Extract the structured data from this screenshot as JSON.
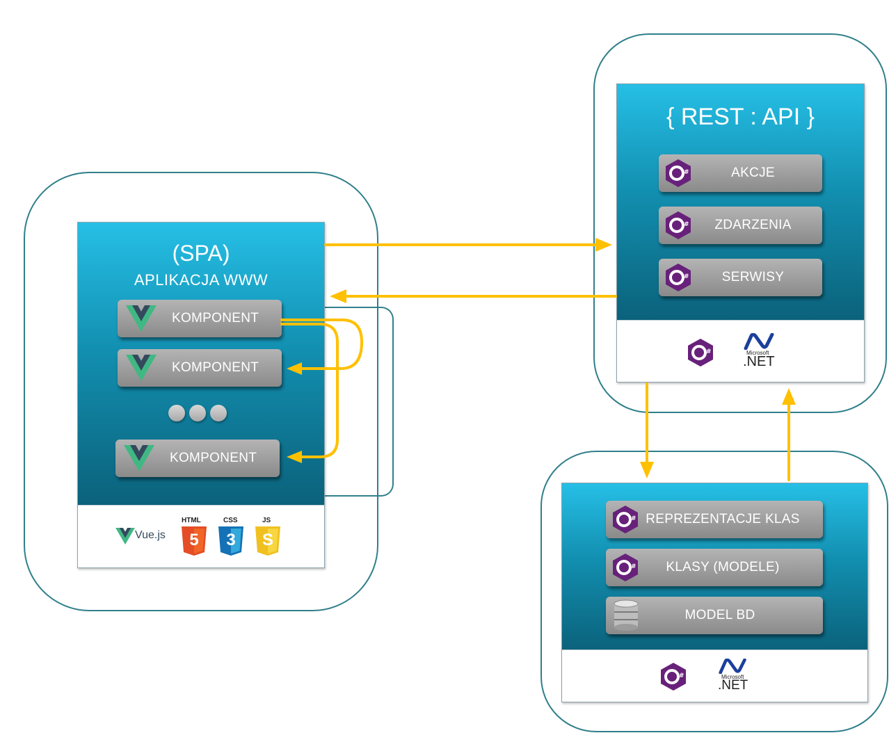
{
  "spa": {
    "title_line1": "(SPA)",
    "title_line2": "APLIKACJA WWW",
    "components": [
      "KOMPONENT",
      "KOMPONENT",
      "KOMPONENT"
    ],
    "footer": {
      "vue_label": "Vue.js",
      "html_label": "HTML",
      "css_label": "CSS",
      "js_label": "JS",
      "html_glyph": "5",
      "css_glyph": "3",
      "js_glyph": "S"
    }
  },
  "api": {
    "title": "{ REST : API }",
    "items": [
      "AKCJE",
      "ZDARZENIA",
      "SERWISY"
    ],
    "footer": {
      "ms_label": "Microsoft",
      "net_label": ".NET"
    }
  },
  "db": {
    "items": [
      "REPREZENTACJE KLAS",
      "KLASY (MODELE)",
      "MODEL BD"
    ],
    "footer": {
      "ms_label": "Microsoft",
      "net_label": ".NET"
    }
  },
  "colors": {
    "arrow": "#ffc000",
    "border": "#2f7f8a",
    "panel_top": "#26bfe6",
    "panel_bottom": "#0b617a",
    "button": "#9a9a9a",
    "vue_green": "#41b883",
    "vue_dark": "#34495e",
    "csharp_purple": "#68217a",
    "html_orange": "#e44d26",
    "css_blue": "#1572b6",
    "js_yellow": "#f0c020",
    "net_blue": "#1b3f9b"
  }
}
